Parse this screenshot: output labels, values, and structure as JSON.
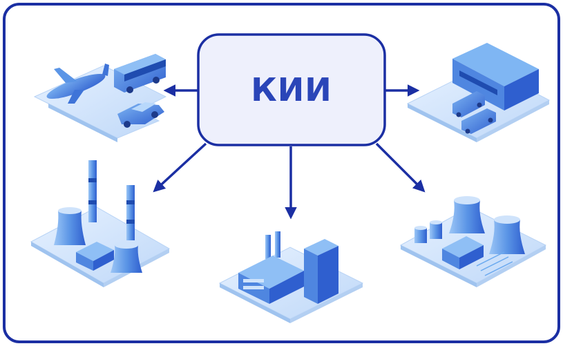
{
  "diagram": {
    "center_label": "КИИ",
    "colors": {
      "border": "#1b2fa3",
      "arrow": "#1b2fa3",
      "hub_fill": "#eef0fc",
      "label": "#2a45b8",
      "illustration_light": "#cfe3fb",
      "illustration_mid": "#6aa9ef",
      "illustration_dark": "#2f5fcf"
    },
    "nodes": [
      {
        "name": "transport-illustration",
        "icon": "airplane-bus-car-icon"
      },
      {
        "name": "logistics-warehouse-illustration",
        "icon": "warehouse-trucks-icon"
      },
      {
        "name": "thermal-power-plant-illustration",
        "icon": "chimneys-cooling-towers-icon"
      },
      {
        "name": "industrial-factory-illustration",
        "icon": "factory-icon"
      },
      {
        "name": "nuclear-power-plant-illustration",
        "icon": "cooling-towers-tanks-icon"
      }
    ]
  }
}
